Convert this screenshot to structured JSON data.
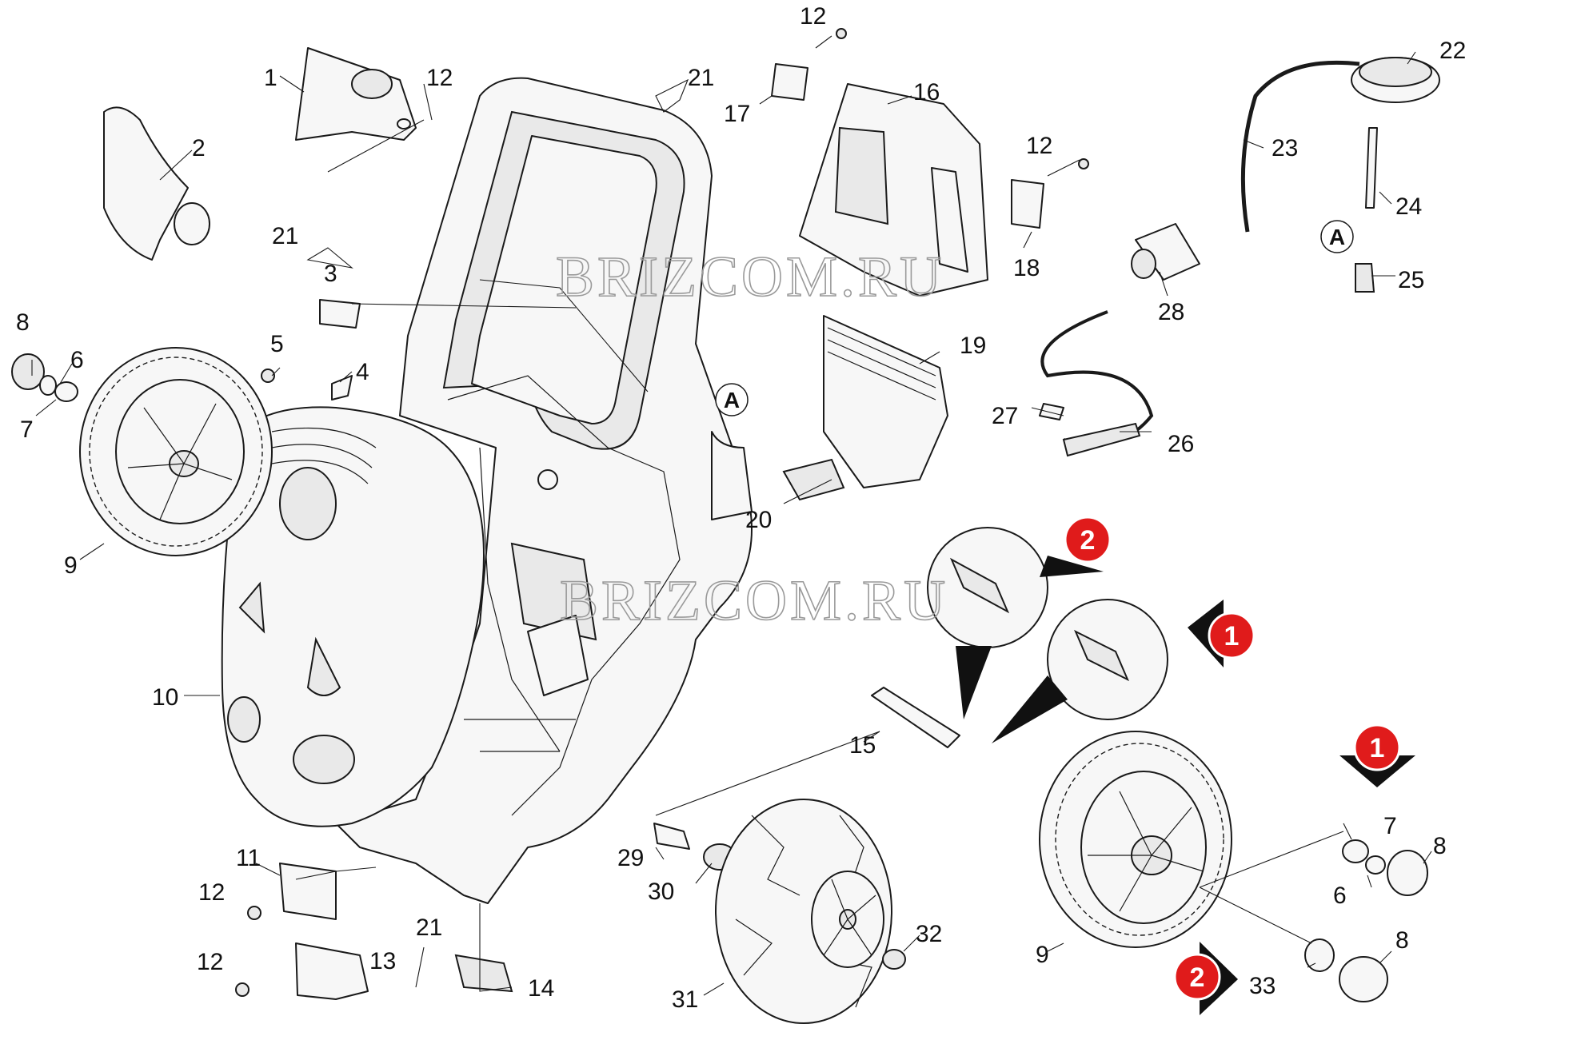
{
  "watermark": "BRIZCOM.RU",
  "callouts": {
    "c1": "1",
    "c2": "2",
    "c3": "3",
    "c4": "4",
    "c5": "5",
    "c6a": "6",
    "c6b": "6",
    "c7a": "7",
    "c7b": "7",
    "c8a": "8",
    "c8b": "8",
    "c8c": "8",
    "c9a": "9",
    "c9b": "9",
    "c10": "10",
    "c11": "11",
    "c12a": "12",
    "c12b": "12",
    "c12c": "12",
    "c12d": "12",
    "c12e": "12",
    "c13": "13",
    "c14": "14",
    "c15": "15",
    "c16": "16",
    "c17": "17",
    "c18": "18",
    "c19": "19",
    "c20": "20",
    "c21a": "21",
    "c21b": "21",
    "c21c": "21",
    "c22": "22",
    "c23": "23",
    "c24": "24",
    "c25": "25",
    "c26": "26",
    "c27": "27",
    "c28": "28",
    "c29": "29",
    "c30": "30",
    "c31": "31",
    "c32": "32",
    "c33": "33"
  },
  "markers": {
    "a_main": "A",
    "a_hose": "A",
    "badge_2_top": "2",
    "badge_1_mid": "1",
    "badge_1_right": "1",
    "badge_2_bottom": "2"
  },
  "colors": {
    "badge_red": "#e01b1b",
    "line": "#1a1a1a",
    "watermark": "#9a9a9a"
  }
}
